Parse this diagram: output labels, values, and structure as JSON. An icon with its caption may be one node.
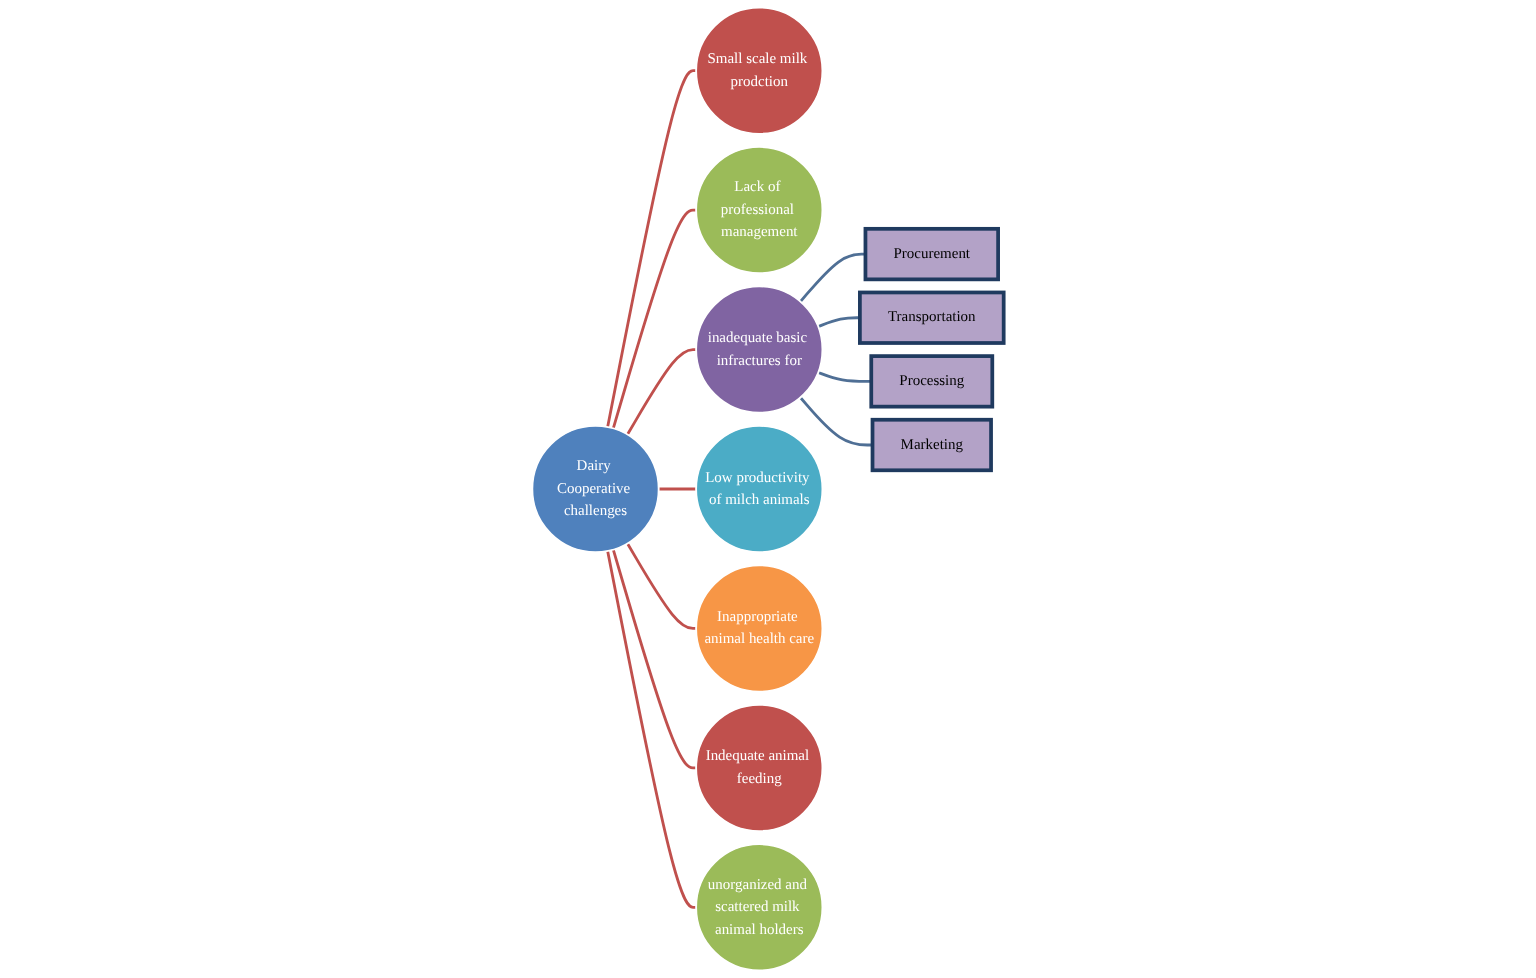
{
  "diagram": {
    "nodes": [
      {
        "text": [
          "Dairy Cooperative challenges"
        ]
      },
      {
        "text": [
          "Small scale milk prodction"
        ]
      },
      {
        "text": [
          "Lack of professional management"
        ]
      },
      {
        "text": [
          "inadequate basic infractures for"
        ]
      },
      {
        "text": [
          "Low productivity of milch animals"
        ]
      },
      {
        "text": [
          "Inappropriate animal health care"
        ]
      },
      {
        "text": [
          "Indequate animal feeding"
        ]
      },
      {
        "text": [
          "unorganized and scattered milk animal holders"
        ]
      },
      {
        "text": [
          "Procurement"
        ]
      },
      {
        "text": [
          "Transportation"
        ]
      },
      {
        "text": [
          "Processing"
        ]
      },
      {
        "text": [
          "Marketing"
        ]
      }
    ],
    "edges": [
      {
        "from": 0,
        "to": 1,
        "arrow": "none"
      },
      {
        "from": 0,
        "to": 2,
        "arrow": "none"
      },
      {
        "from": 0,
        "to": 3,
        "arrow": "none"
      },
      {
        "from": 0,
        "to": 4,
        "arrow": "none"
      },
      {
        "from": 0,
        "to": 5,
        "arrow": "none"
      },
      {
        "from": 0,
        "to": 6,
        "arrow": "none"
      },
      {
        "from": 0,
        "to": 7,
        "arrow": "none"
      },
      {
        "from": 3,
        "to": 8,
        "arrow": "none",
        "color": "#4f6f95"
      },
      {
        "from": 3,
        "to": 9,
        "arrow": "none",
        "color": "#4f6f95"
      },
      {
        "from": 3,
        "to": 10,
        "arrow": "none",
        "color": "#4f6f95"
      },
      {
        "from": 3,
        "to": 11,
        "arrow": "none",
        "color": "#4f6f95"
      }
    ]
  }
}
